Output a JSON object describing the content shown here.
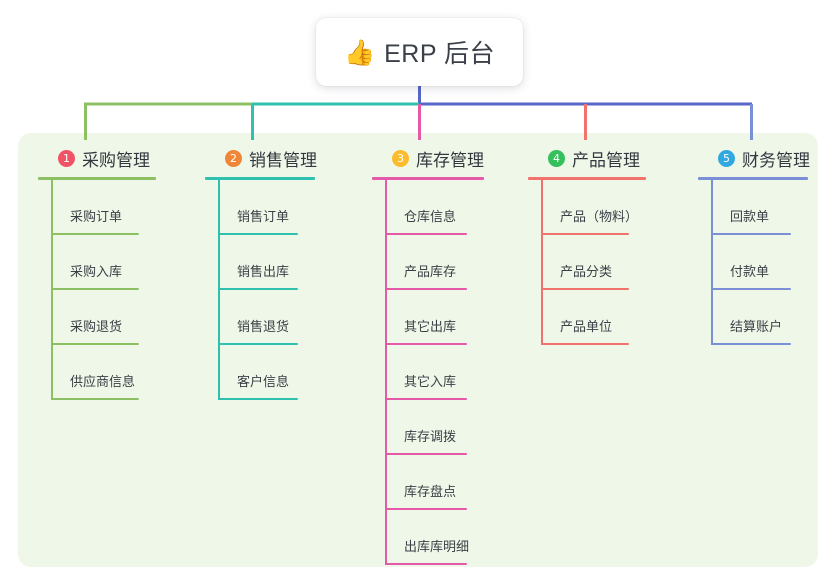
{
  "diagram": {
    "type": "mindmap-org-chart",
    "root": {
      "icon": "thumbs-up-icon",
      "icon_glyph": "👍",
      "title": "ERP 后台"
    },
    "panel_color": "#eff7e9",
    "trunk_color": "#5766c8",
    "columns": [
      {
        "number": "1",
        "title": "采购管理",
        "badge_color": "#f05464",
        "line_color": "#8dc063",
        "items": [
          "采购订单",
          "采购入库",
          "采购退货",
          "供应商信息"
        ]
      },
      {
        "number": "2",
        "title": "销售管理",
        "badge_color": "#f08637",
        "line_color": "#2fc0b0",
        "items": [
          "销售订单",
          "销售出库",
          "销售退货",
          "客户信息"
        ]
      },
      {
        "number": "3",
        "title": "库存管理",
        "badge_color": "#fbbd2d",
        "line_color": "#e койда"
      },
      {
        "number": "4",
        "title": "产品管理",
        "badge_color": "#34c05a",
        "line_color": "#f2736d",
        "items": [
          "产品（物料）",
          "产品分类",
          "产品单位"
        ]
      },
      {
        "number": "5",
        "title": "财务管理",
        "badge_color": "#31a9e0",
        "line_color": "#7b8fd6",
        "items": [
          "回款单",
          "付款单",
          "结算账户"
        ]
      }
    ],
    "column3": {
      "number": "3",
      "title": "库存管理",
      "badge_color": "#fbbd2d",
      "line_color": "#e45aa8",
      "items": [
        "仓库信息",
        "产品库存",
        "其它出库",
        "其它入库",
        "库存调拨",
        "库存盘点",
        "出库库明细"
      ]
    }
  }
}
